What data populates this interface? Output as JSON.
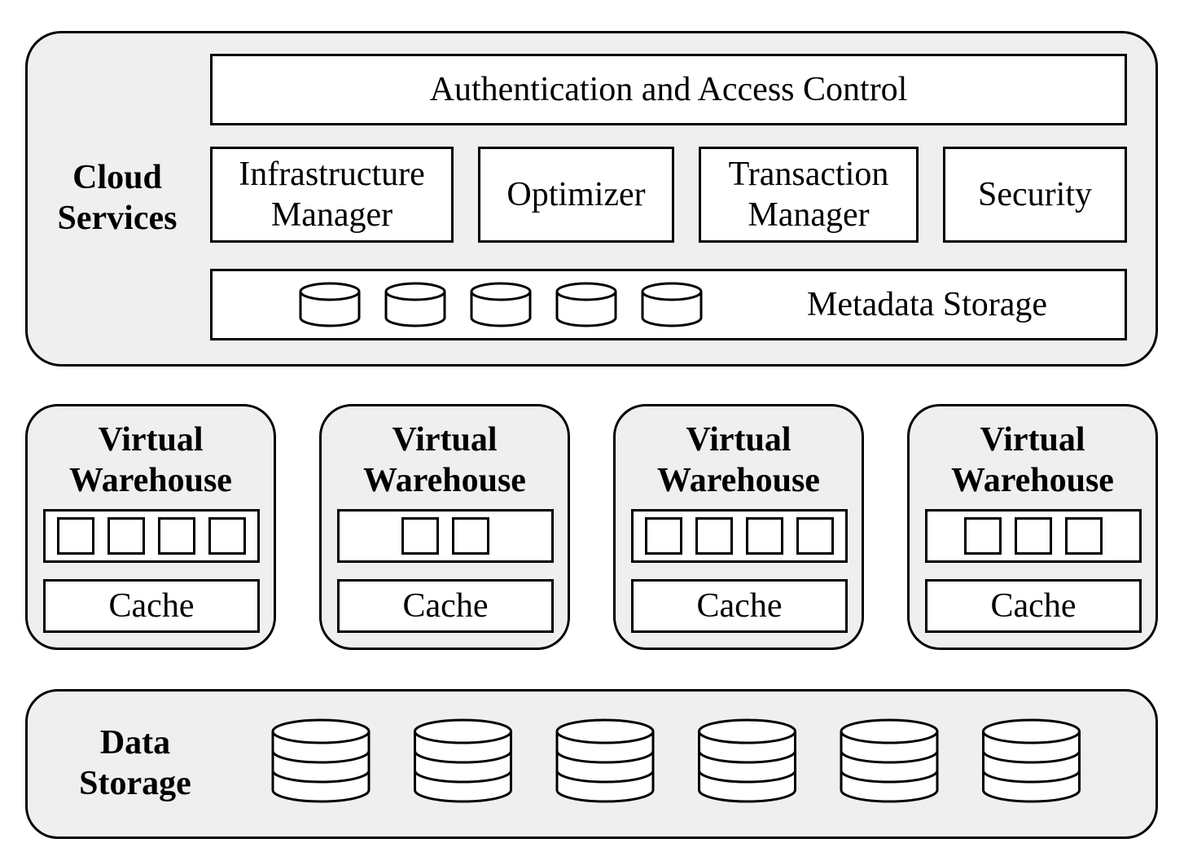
{
  "cloud_services": {
    "title_line1": "Cloud",
    "title_line2": "Services",
    "auth": "Authentication and Access Control",
    "infra_line1": "Infrastructure",
    "infra_line2": "Manager",
    "optimizer": "Optimizer",
    "txn_line1": "Transaction",
    "txn_line2": "Manager",
    "security": "Security",
    "metadata": "Metadata Storage",
    "metadata_cylinder_count": 5
  },
  "virtual_warehouses": [
    {
      "title_line1": "Virtual",
      "title_line2": "Warehouse",
      "cores": 4,
      "cache": "Cache"
    },
    {
      "title_line1": "Virtual",
      "title_line2": "Warehouse",
      "cores": 2,
      "cache": "Cache"
    },
    {
      "title_line1": "Virtual",
      "title_line2": "Warehouse",
      "cores": 4,
      "cache": "Cache"
    },
    {
      "title_line1": "Virtual",
      "title_line2": "Warehouse",
      "cores": 3,
      "cache": "Cache"
    }
  ],
  "data_storage": {
    "title_line1": "Data",
    "title_line2": "Storage",
    "database_icon_count": 6
  }
}
